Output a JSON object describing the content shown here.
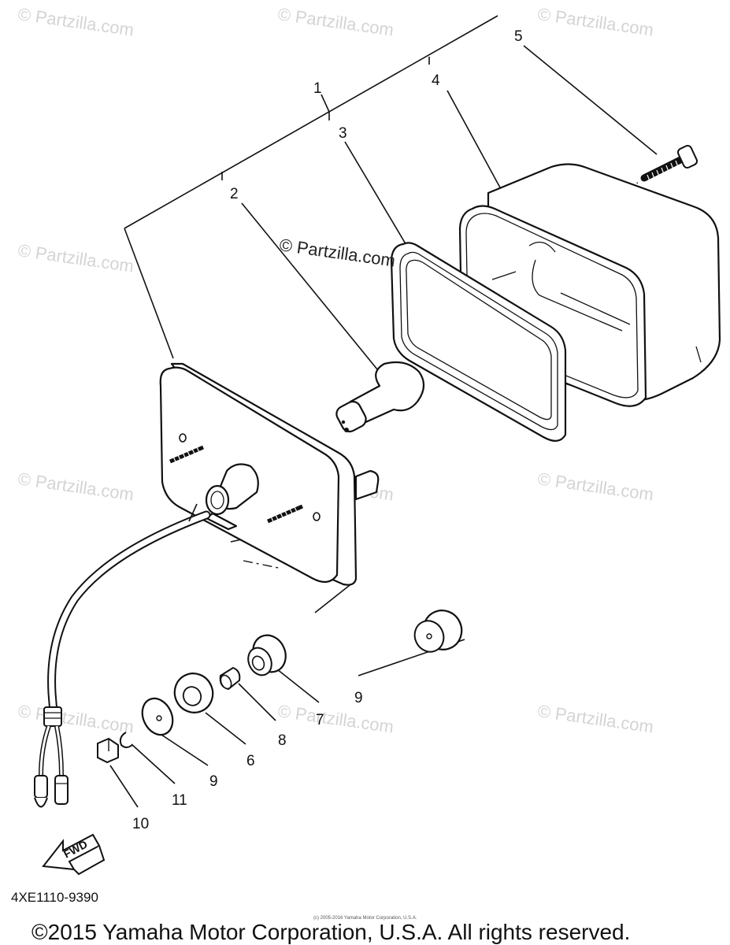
{
  "watermark": {
    "text": "© Partzilla.com",
    "center_text": "© Partzilla.com"
  },
  "callouts": [
    "1",
    "2",
    "3",
    "4",
    "5",
    "6",
    "7",
    "8",
    "9",
    "9",
    "10",
    "11"
  ],
  "fwd_label": "FWD",
  "diagram_code": "4XE1110-9390",
  "tiny_notice": "(c) 2005-2016 Yamaha Motor Corporation, U.S.A.",
  "copyright": "©2015 Yamaha Motor Corporation, U.S.A. All rights reserved."
}
